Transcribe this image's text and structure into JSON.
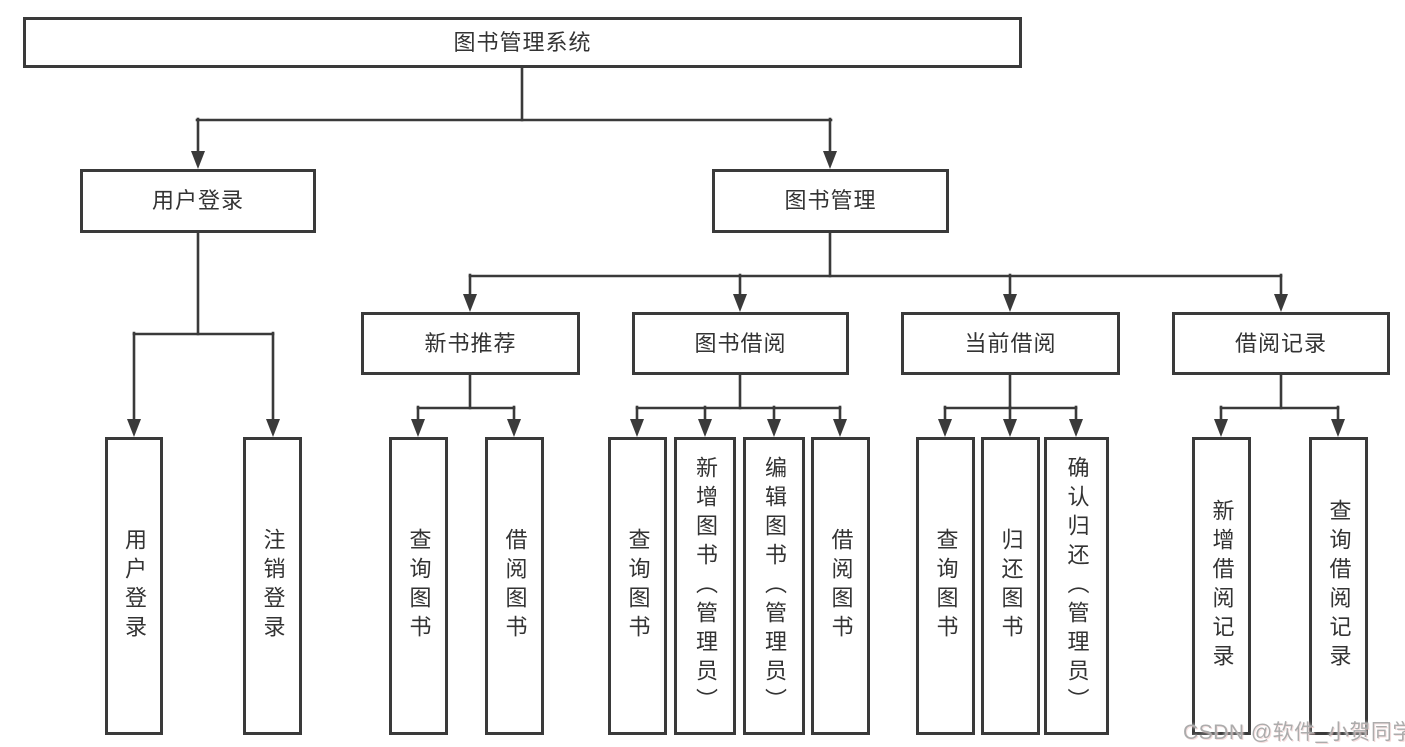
{
  "diagram": {
    "root": {
      "label": "图书管理系统"
    },
    "level2": [
      {
        "label": "用户登录"
      },
      {
        "label": "图书管理"
      }
    ],
    "level3": [
      {
        "label": "新书推荐"
      },
      {
        "label": "图书借阅"
      },
      {
        "label": "当前借阅"
      },
      {
        "label": "借阅记录"
      }
    ],
    "leaves": [
      {
        "label": "用户登录"
      },
      {
        "label": "注销登录"
      },
      {
        "label": "查询图书"
      },
      {
        "label": "借阅图书"
      },
      {
        "label": "查询图书"
      },
      {
        "label": "新增图书（管理员）"
      },
      {
        "label": "编辑图书（管理员）"
      },
      {
        "label": "借阅图书"
      },
      {
        "label": "查询图书"
      },
      {
        "label": "归还图书"
      },
      {
        "label": "确认归还（管理员）"
      },
      {
        "label": "新增借阅记录"
      },
      {
        "label": "查询借阅记录"
      }
    ]
  },
  "watermark": {
    "text": "CSDN @软件_小贺同学"
  },
  "colors": {
    "background": "#ffffff",
    "line": "#3a3a3a",
    "box_border": "#3a3a3a",
    "text": "#333333",
    "watermark": "#acacac"
  }
}
